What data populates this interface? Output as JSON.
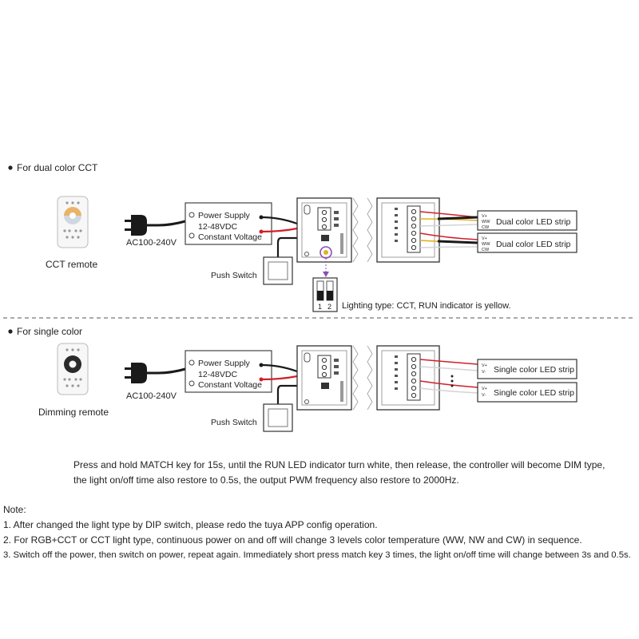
{
  "section_cct": {
    "heading": "For dual color CCT",
    "remote_label": "CCT remote",
    "power_supply": [
      "Power Supply",
      "12-48VDC",
      "Constant Voltage"
    ],
    "ac_label": "AC100-240V",
    "push_switch_label": "Push Switch",
    "strip_labels": [
      "Dual color LED strip",
      "Dual color LED strip"
    ],
    "wire_tags": [
      "WW",
      "CW"
    ],
    "dip_numbers": [
      "1",
      "2"
    ],
    "lighting_type_note": "Lighting type: CCT, RUN indicator is yellow."
  },
  "section_single": {
    "heading": "For single color",
    "remote_label": "Dimming remote",
    "power_supply": [
      "Power Supply",
      "12-48VDC",
      "Constant Voltage"
    ],
    "ac_label": "AC100-240V",
    "push_switch_label": "Push Switch",
    "strip_labels": [
      "Single color LED strip",
      "Single color LED strip"
    ],
    "match_instruction": [
      "Press and hold MATCH key for 15s, until the RUN LED indicator turn white, then release, the controller will become DIM type,",
      "the light on/off time also restore to 0.5s, the output PWM frequency also restore to 2000Hz."
    ]
  },
  "notes": {
    "title": "Note:",
    "items": [
      "1. After changed the light type by DIP switch, please redo the tuya APP config operation.",
      "2. For RGB+CCT or CCT light type, continuous power on and off will change 3 levels color temperature (WW, NW and CW) in sequence.",
      "3. Switch off the power, then switch on power, repeat again. Immediately short press match key 3 times, the light on/off time will change between 3s and 0.5s."
    ]
  },
  "colors": {
    "wire_red": "#d0202a",
    "wire_black": "#1a1a1a",
    "divider": "#555555",
    "remote_warm": "#e8b46a"
  }
}
